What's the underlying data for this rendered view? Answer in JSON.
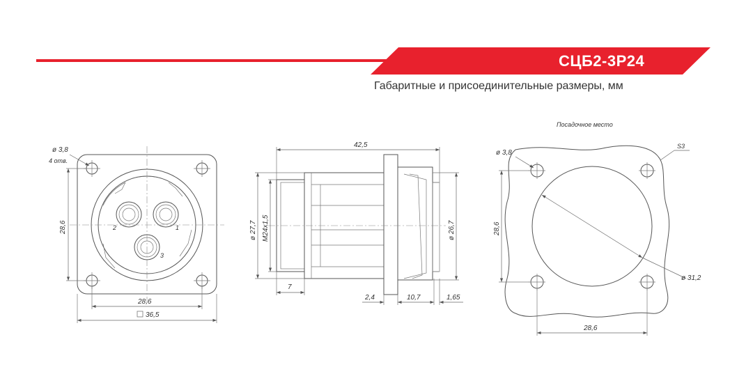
{
  "header": {
    "title": "СЦБ2-3Р24",
    "subtitle": "Габаритные и присоединительные размеры, мм",
    "accent_color": "#e8212d"
  },
  "front_view": {
    "hole_dia": "ø 3,8",
    "hole_count": "4 отв.",
    "height_dim": "28,6",
    "width_dim": "28,6",
    "square_dim": "36,5",
    "square_icon": "square-icon",
    "pins": [
      "1",
      "2",
      "3"
    ]
  },
  "side_view": {
    "overall_length": "42,5",
    "dia_27_7": "ø 27,7",
    "thread": "M24x1,5",
    "dia_26_7": "ø 26,7",
    "dim_7": "7",
    "dim_2_4": "2,4",
    "dim_10_7": "10,7",
    "dim_1_65": "1,65"
  },
  "mount_view": {
    "label": "Посадочное место",
    "hole_dia": "ø 3,8",
    "surface_mark": "S3",
    "height_dim": "28,6",
    "width_dim": "28,6",
    "cutout_dia": "ø 31,2"
  }
}
